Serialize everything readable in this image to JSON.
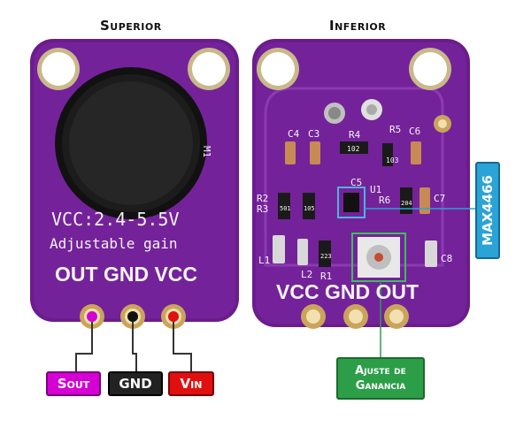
{
  "titles": {
    "top": "Superior",
    "bottom": "Inferior"
  },
  "front_board": {
    "silkscreen": {
      "vcc_line": "VCC:2.4-5.5V",
      "gain_line": "Adjustable gain",
      "pins": "OUT GND VCC",
      "mic_mark": "M1"
    }
  },
  "back_board": {
    "pins": "VCC GND OUT",
    "components": {
      "c4": "C4",
      "c3": "C3",
      "r4": "R4",
      "r5": "R5",
      "c6": "C6",
      "r2": "R2",
      "r3": "R3",
      "c5": "C5",
      "u1": "U1",
      "r6": "R6",
      "c7": "C7",
      "l1": "L1",
      "l2": "L2",
      "r1": "R1",
      "c8": "C8",
      "code_102": "102",
      "code_103": "103",
      "code_501": "501",
      "code_105": "105",
      "code_223": "223",
      "code_204": "204"
    }
  },
  "labels": {
    "sout": "Sout",
    "gnd": "GND",
    "vin": "Vin",
    "max": "MAX4466",
    "gain_line1": "Ajuste de",
    "gain_line2": "Ganancia"
  },
  "colors": {
    "board": "#6a1b8a",
    "board_dark": "#4e1267",
    "sout": "#d400d4",
    "gnd": "#222222",
    "vin": "#e01010",
    "gain": "#2c9e48",
    "max": "#2aa3d6"
  }
}
